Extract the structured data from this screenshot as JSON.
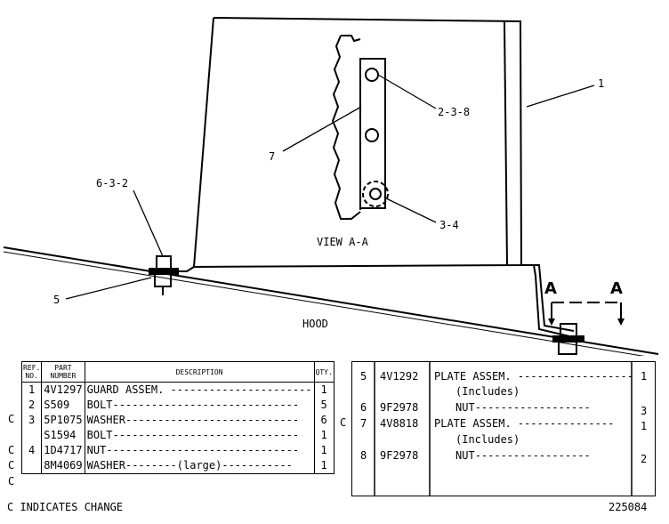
{
  "drawing": {
    "view_label": "VIEW A-A",
    "hood_label": "HOOD",
    "section_marks": [
      "A",
      "A"
    ],
    "callouts": [
      "1",
      "2-3-8",
      "7",
      "3-4",
      "6-3-2",
      "5"
    ]
  },
  "left_table": {
    "headers": [
      "REF. NO.",
      "PART NUMBER",
      "DESCRIPTION",
      "QTY."
    ],
    "rows": [
      {
        "c": "",
        "ref": "1",
        "part": "4V1297",
        "desc": "GUARD ASSEM.",
        "qty": "1"
      },
      {
        "c": "C",
        "ref": "2",
        "part": "S509",
        "desc": "BOLT",
        "qty": "5"
      },
      {
        "c": "",
        "ref": "3",
        "part": "5P1075",
        "desc": "WASHER",
        "qty": "6"
      },
      {
        "c": "C",
        "ref": "",
        "part": "S1594",
        "desc": "BOLT",
        "qty": "1"
      },
      {
        "c": "C",
        "ref": "4",
        "part": "1D4717",
        "desc": "NUT",
        "qty": "1"
      },
      {
        "c": "C",
        "ref": "",
        "part": "8M4069",
        "desc": "WASHER",
        "note": "(large)",
        "qty": "1"
      }
    ]
  },
  "right_table": {
    "rows": [
      {
        "c": "",
        "ref": "5",
        "part": "4V1292",
        "desc": "PLATE ASSEM.",
        "qty": "1"
      },
      {
        "c": "",
        "ref": "",
        "part": "",
        "desc": "(Includes)",
        "qty": ""
      },
      {
        "c": "",
        "ref": "6",
        "part": "9F2978",
        "desc": "NUT",
        "qty": "3"
      },
      {
        "c": "C",
        "ref": "7",
        "part": "4V8818",
        "desc": "PLATE ASSEM.",
        "qty": "1"
      },
      {
        "c": "",
        "ref": "",
        "part": "",
        "desc": "(Includes)",
        "qty": ""
      },
      {
        "c": "",
        "ref": "8",
        "part": "9F2978",
        "desc": "NUT",
        "qty": "2"
      }
    ]
  },
  "footer": {
    "legend": "C INDICATES CHANGE",
    "drawing_number": "225084"
  }
}
